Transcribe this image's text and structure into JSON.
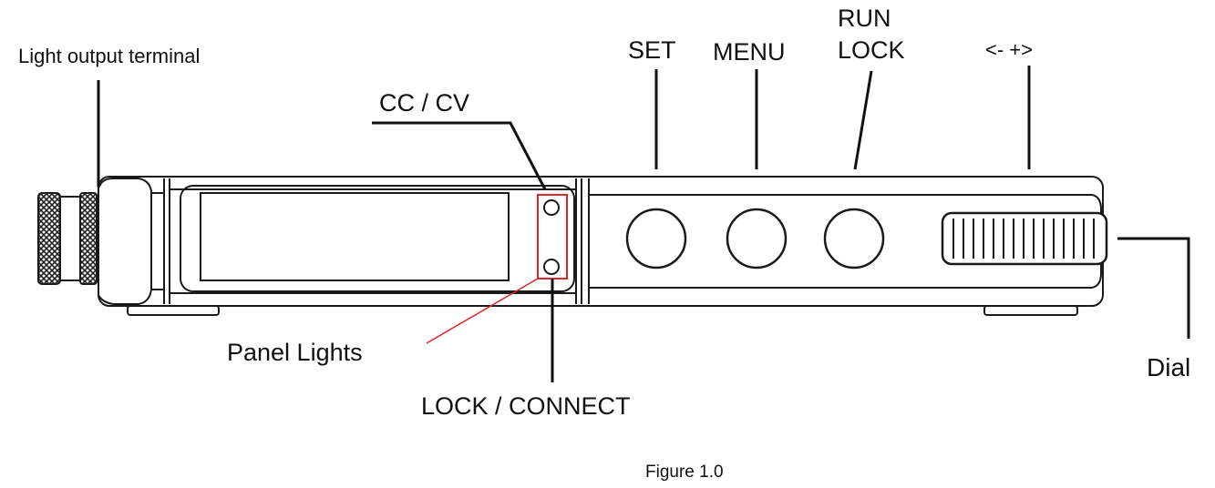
{
  "labels": {
    "light_output_terminal": "Light output terminal",
    "cc_cv": "CC / CV",
    "set": "SET",
    "menu": "MENU",
    "run": "RUN",
    "lock": "LOCK",
    "arrows": "<- +>",
    "panel_lights": "Panel Lights",
    "lock_connect": "LOCK / CONNECT",
    "dial": "Dial",
    "figure_caption": "Figure 1.0"
  },
  "colors": {
    "outline": "#1a1a1a",
    "highlight": "#e0242a",
    "background": "#ffffff"
  }
}
